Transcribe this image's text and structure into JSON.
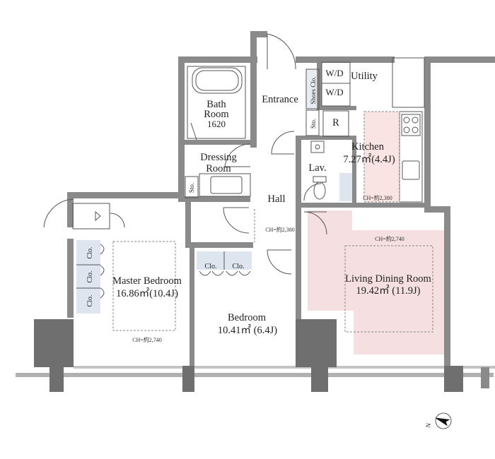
{
  "rooms": {
    "bath": {
      "line1": "Bath",
      "line2": "Room",
      "size": "1620"
    },
    "entrance": {
      "label": "Entrance"
    },
    "shoes_clo": {
      "label": "Shoes Clo."
    },
    "wd_top": {
      "label": "W/D"
    },
    "wd_bottom": {
      "label": "W/D"
    },
    "utility": {
      "label": "Utility"
    },
    "sto_entrance": {
      "label": "Sto."
    },
    "sto_dressing": {
      "label": "Sto."
    },
    "refrigerator": {
      "label": "R"
    },
    "kitchen": {
      "label": "Kitchen",
      "area": "7.27㎡(4.4J)",
      "ceiling": "CH=約2,380"
    },
    "dressing": {
      "line1": "Dressing",
      "line2": "Room"
    },
    "lavatory": {
      "label": "Lav."
    },
    "hall": {
      "label": "Hall",
      "ceiling": "CH=約2,380"
    },
    "master_bedroom": {
      "label": "Master Bedroom",
      "area": "16.86㎡(10.4J)",
      "ceiling": "CH=約2,740"
    },
    "bedroom": {
      "label": "Bedroom",
      "area": "10.41㎡ (6.4J)"
    },
    "living": {
      "label": "Living Dining Room",
      "area": "19.42㎡ (11.9J)",
      "ceiling": "CH=約2,740"
    }
  },
  "closets": [
    "Clo.",
    "Clo.",
    "Clo.",
    "Clo.",
    "Clo."
  ],
  "compass": {
    "label": "N"
  },
  "colors": {
    "wall": "#8a8a8a",
    "wall_dark": "#6f6f6f",
    "living_fill": "#f6dfe0",
    "kitchen_fill": "#f9e3e3",
    "closet_fill": "#dfe5ee"
  }
}
